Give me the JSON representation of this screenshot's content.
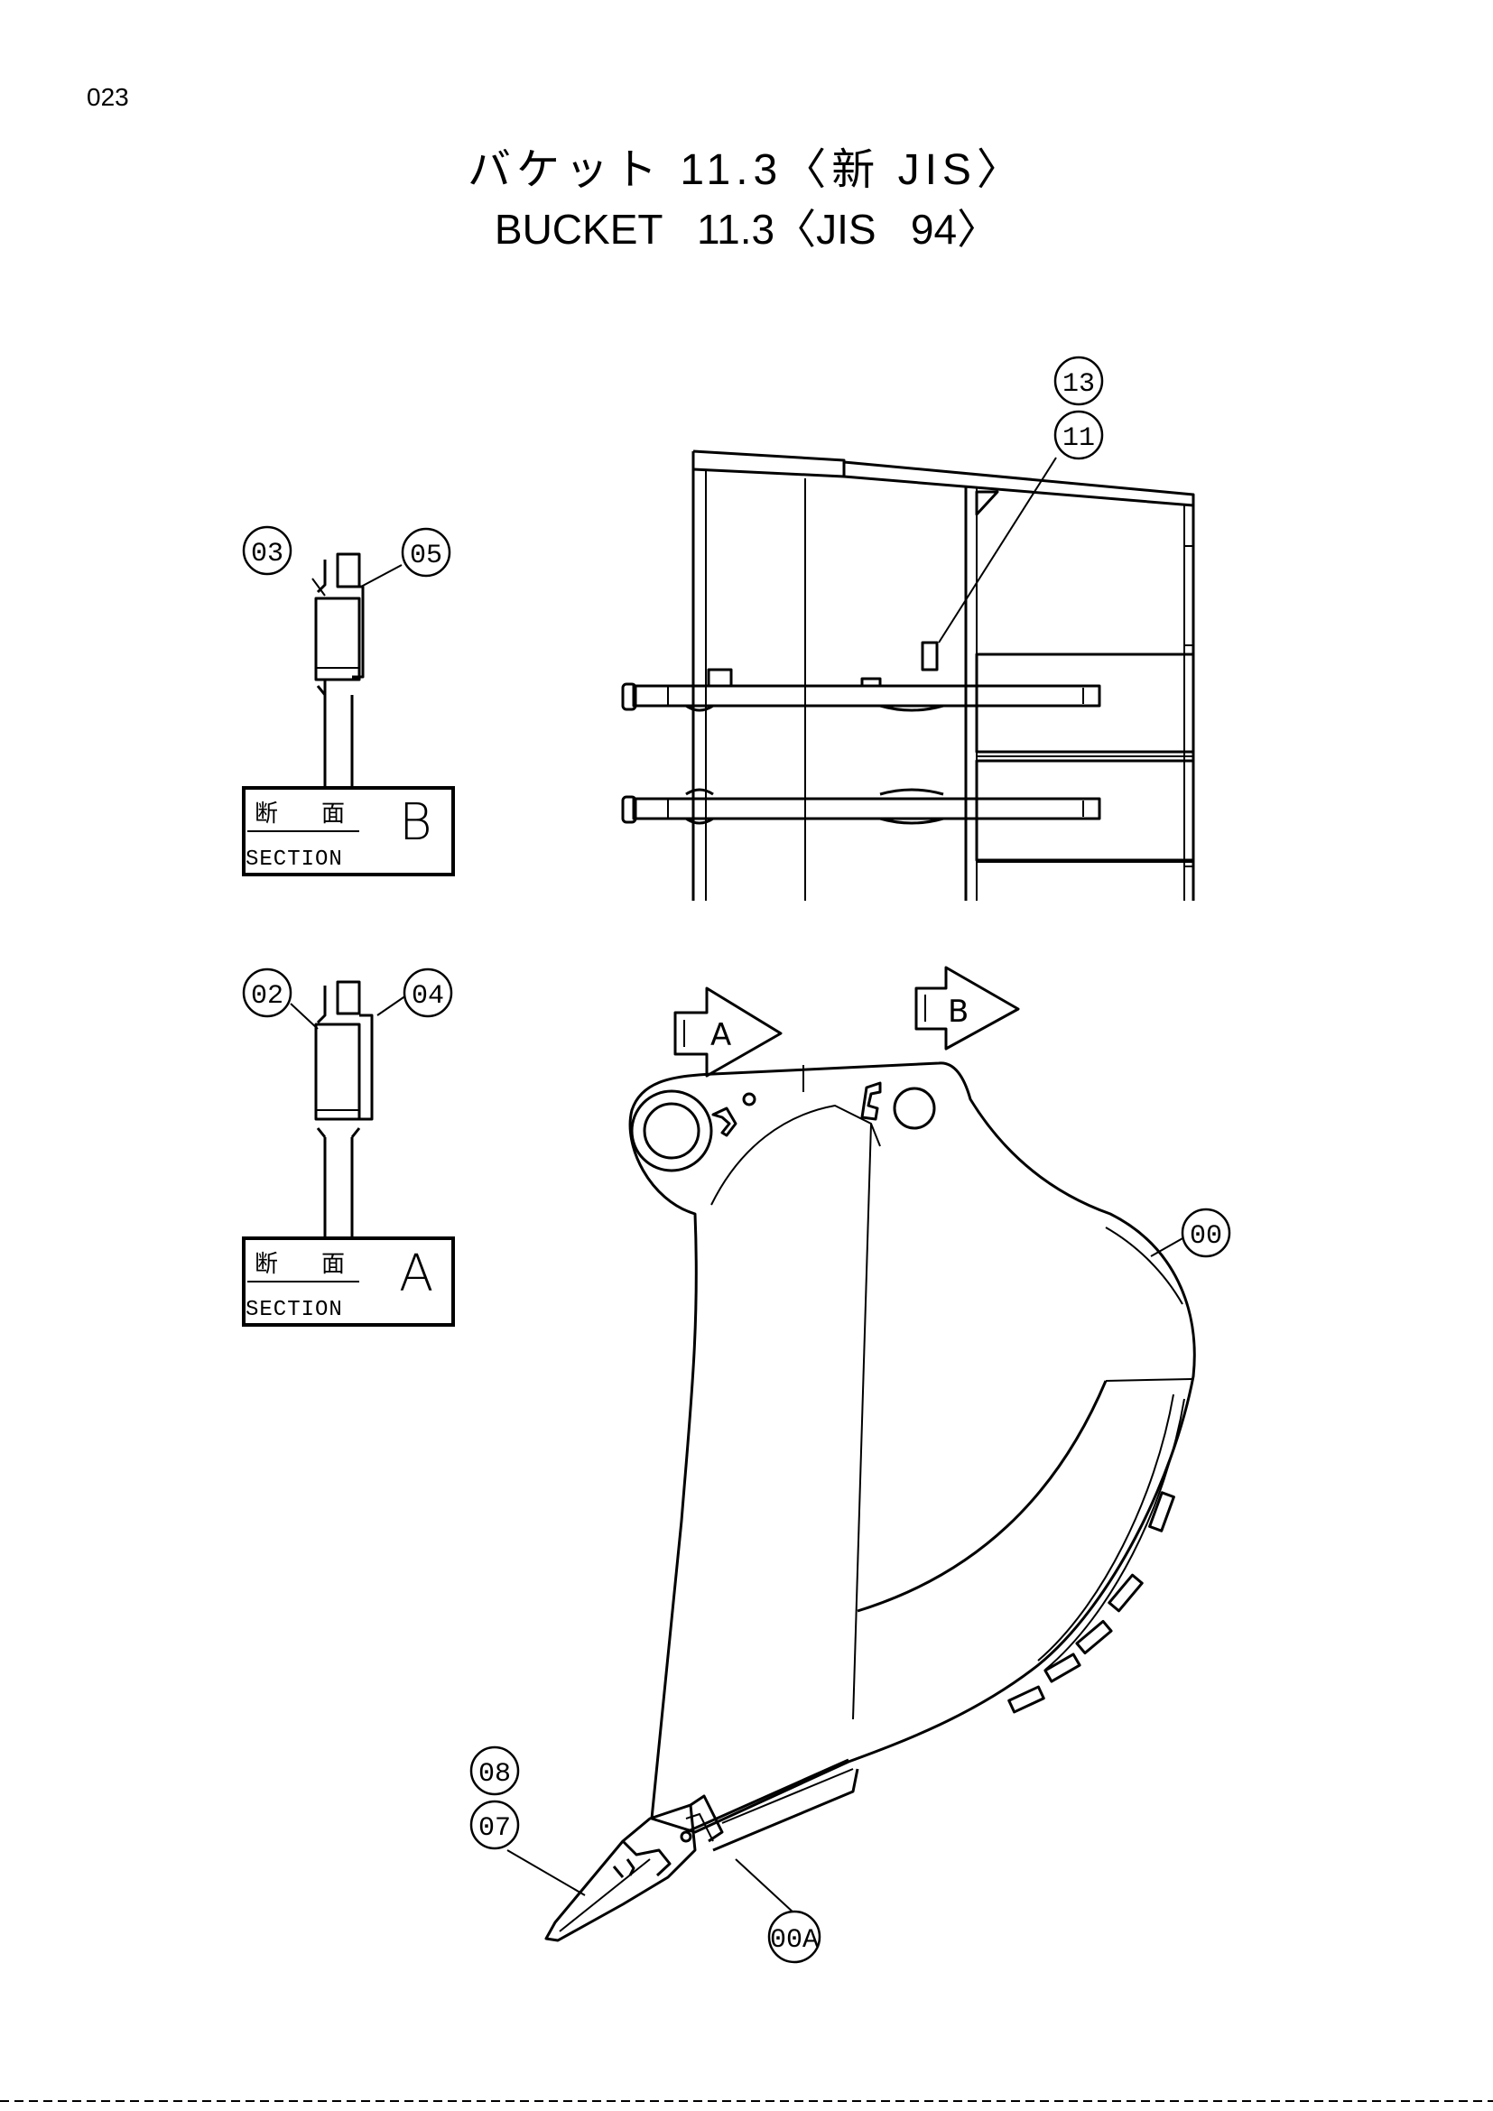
{
  "page": {
    "number": "023"
  },
  "title": {
    "japanese": "バケット 11.3〈新 JIS〉",
    "english": "BUCKET   11.3〈JIS   94〉"
  },
  "callouts": {
    "c00": "00",
    "c00a": "00A",
    "c02": "02",
    "c03": "03",
    "c04": "04",
    "c05": "05",
    "c07": "07",
    "c08": "08",
    "c11": "11",
    "c13": "13"
  },
  "sections": {
    "b": {
      "kanji_1": "断",
      "kanji_2": "面",
      "english": "SECTION",
      "letter": "B"
    },
    "a": {
      "kanji_1": "断",
      "kanji_2": "面",
      "english": "SECTION",
      "letter": "A"
    }
  },
  "view_arrows": {
    "a": "A",
    "b": "B"
  }
}
